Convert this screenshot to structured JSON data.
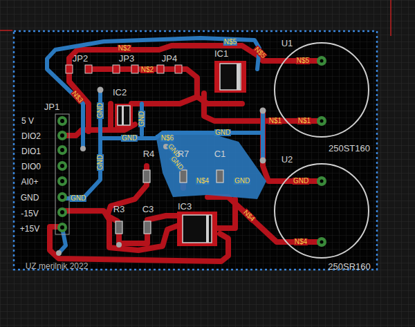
{
  "diagram": {
    "labels": [
      "N$2",
      "N$5",
      "N$5",
      "JP2",
      "JP3",
      "JP4",
      "IC1",
      "U1",
      "N$5",
      "N$2",
      "N$3",
      "IC2",
      "GND",
      "GND",
      "N$1",
      "N$1",
      "JP1",
      "5 V",
      "DIO2",
      "DIO1",
      "DIO0",
      "AI0+",
      "GND",
      "-15V",
      "+15V",
      "GND",
      "GND",
      "N$6",
      "GND",
      "GND",
      "GND",
      "250ST160",
      "R4",
      "R7",
      "C1",
      "U2",
      "N$4",
      "GND",
      "GND",
      "GND",
      "N$4",
      "R3",
      "C3",
      "IC3",
      "N$4",
      "UZ merilnik 2022",
      "250SR160"
    ]
  }
}
